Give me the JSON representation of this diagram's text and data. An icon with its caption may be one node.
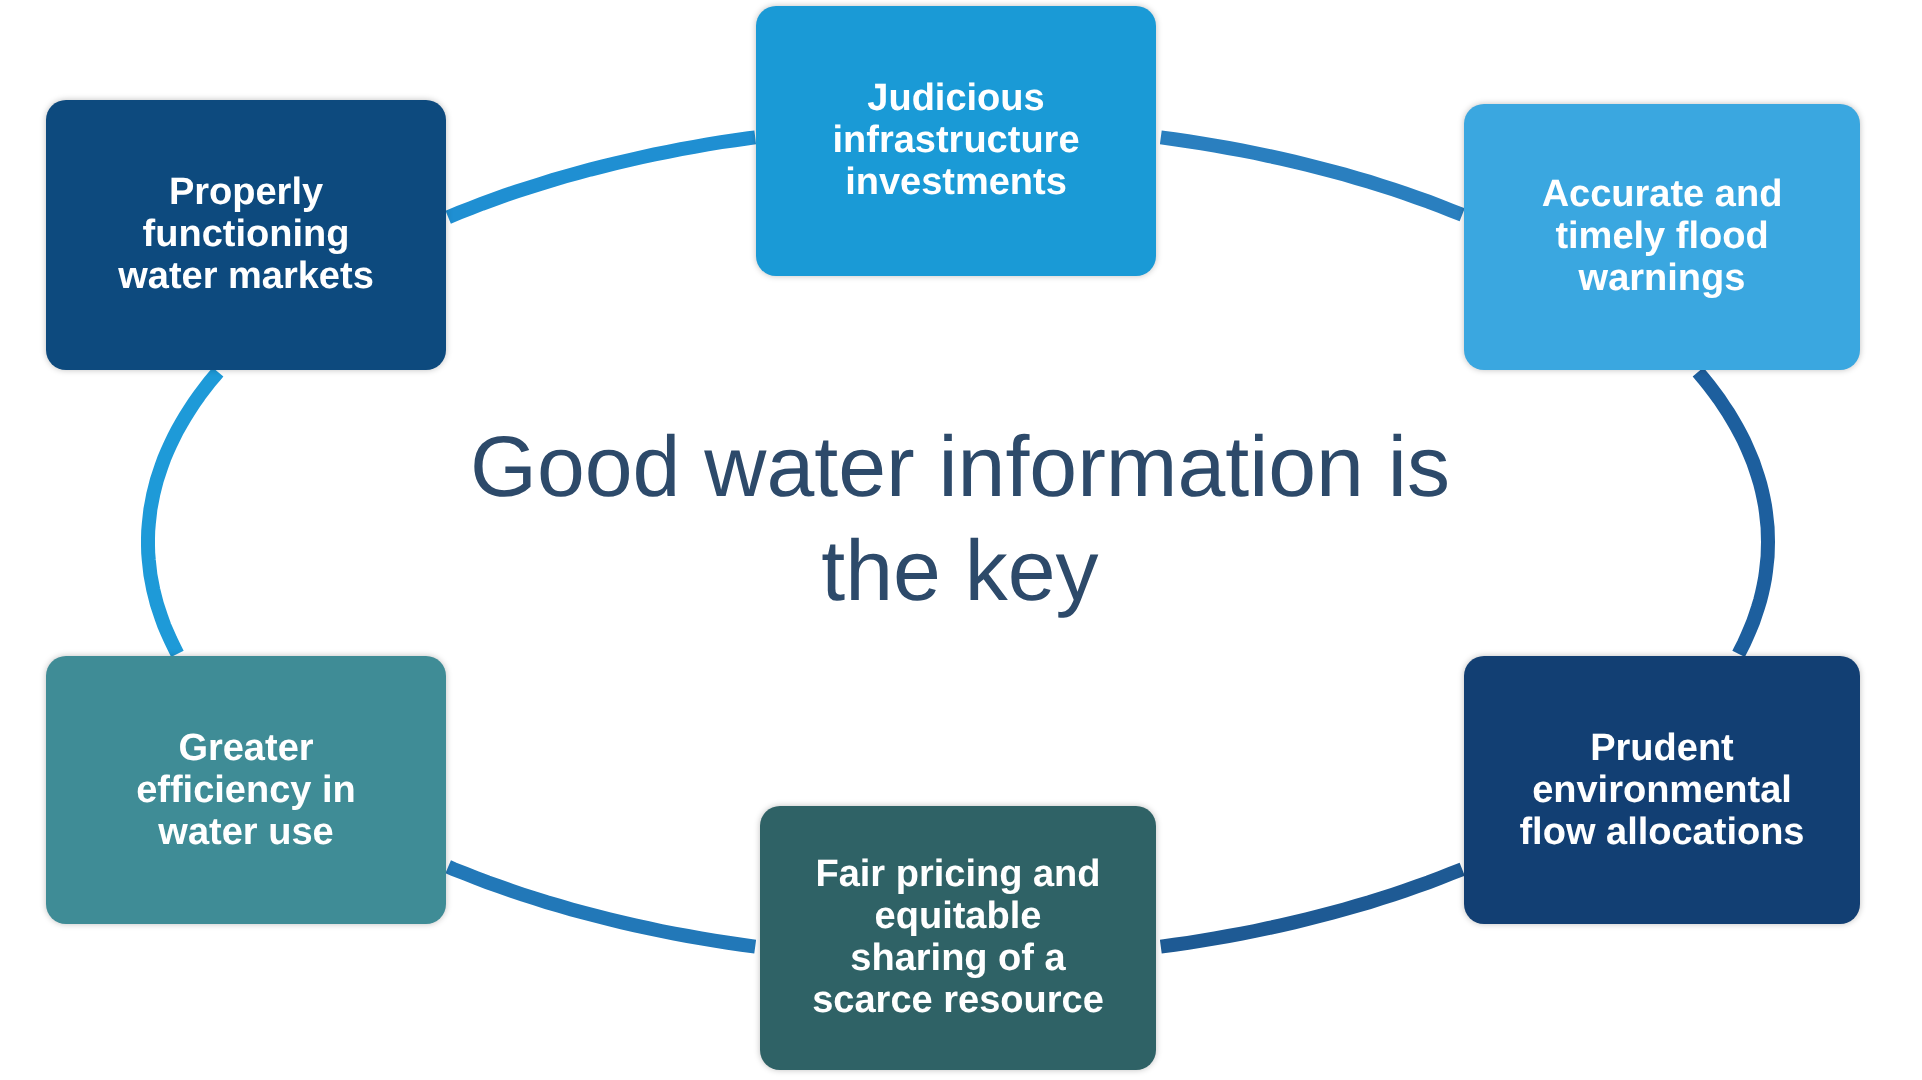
{
  "diagram": {
    "title": "Good water information is the key",
    "nodes": [
      {
        "text": [
          "Judicious infrastructure investments"
        ]
      },
      {
        "text": [
          "Properly functioning water markets"
        ]
      },
      {
        "text": [
          "Accurate and timely flood warnings"
        ]
      },
      {
        "text": [
          "Greater efficiency in water use"
        ]
      },
      {
        "text": [
          "Prudent environmental flow allocations"
        ]
      },
      {
        "text": [
          "Fair pricing and equitable sharing of a scarce resource"
        ]
      }
    ],
    "edges": [
      {
        "from": 1,
        "to": 0,
        "arrow": "none"
      },
      {
        "from": 0,
        "to": 2,
        "arrow": "none"
      },
      {
        "from": 2,
        "to": 4,
        "arrow": "none"
      },
      {
        "from": 4,
        "to": 5,
        "arrow": "none"
      },
      {
        "from": 5,
        "to": 3,
        "arrow": "none"
      },
      {
        "from": 3,
        "to": 1,
        "arrow": "none"
      }
    ]
  }
}
